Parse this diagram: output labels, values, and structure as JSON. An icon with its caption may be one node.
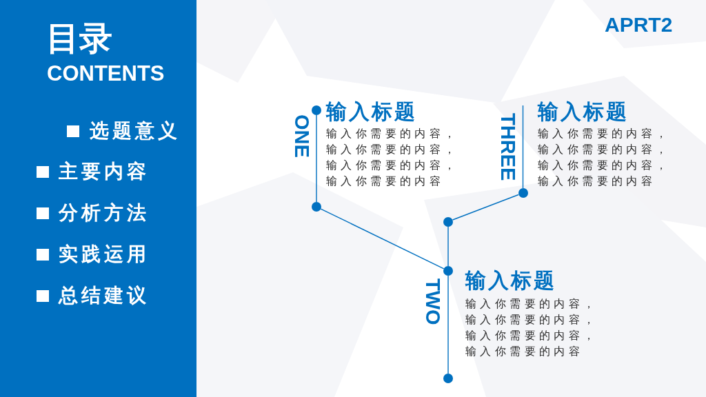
{
  "diagram": {
    "title": "目录",
    "nodes": [
      {
        "text": [],
        "shape": "circle"
      },
      {
        "text": [],
        "shape": "circle"
      },
      {
        "text": [],
        "shape": "circle"
      },
      {
        "text": [],
        "shape": "circle"
      },
      {
        "text": [],
        "shape": "circle"
      },
      {
        "text": [],
        "shape": "circle"
      }
    ],
    "edges": [
      {
        "from": 0,
        "to": 2,
        "arrow": "none"
      },
      {
        "from": null,
        "to": 1,
        "arrow": "none"
      },
      {
        "from": 2,
        "to": 4,
        "arrow": "none"
      },
      {
        "from": 1,
        "to": 3,
        "arrow": "none"
      },
      {
        "from": 3,
        "to": 4,
        "arrow": "none"
      },
      {
        "from": 4,
        "to": 5,
        "arrow": "none"
      }
    ],
    "labels": [
      "CONTENTS",
      "选题意义",
      "主要内容",
      "分析方法",
      "实践运用",
      "总结建议",
      "APRT2",
      "ONE",
      "输入标题",
      "输入你需要的内容，输入你需要的内容，输入你需要的内容，输入你需要的内容",
      "THREE",
      "输入标题",
      "输入你需要的内容，输入你需要的内容，输入你需要的内容，输入你需要的内容",
      "TWO",
      "输入标题",
      "输入你需要的内容，输入你需要的内容，输入你需要的内容，输入你需要的内容"
    ]
  }
}
